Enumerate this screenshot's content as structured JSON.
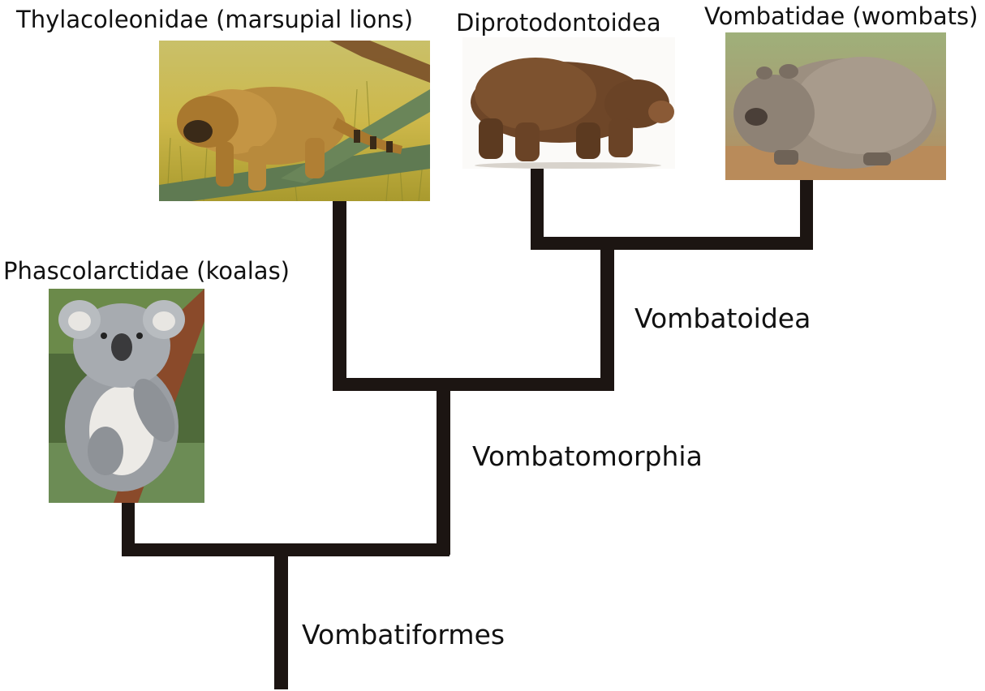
{
  "tree": {
    "clades": {
      "root": "Vombatiformes",
      "inner1": "Vombatomorphia",
      "inner2": "Vombatoidea"
    },
    "taxa": {
      "thylacoleonidae": "Thylacoleonidae (marsupial lions)",
      "diprotodontoidea": "Diprotodontoidea",
      "vombatidae": "Vombatidae (wombats)",
      "phascolarctidae": "Phascolarctidae (koalas)"
    },
    "branch_color": "#1c1512"
  }
}
